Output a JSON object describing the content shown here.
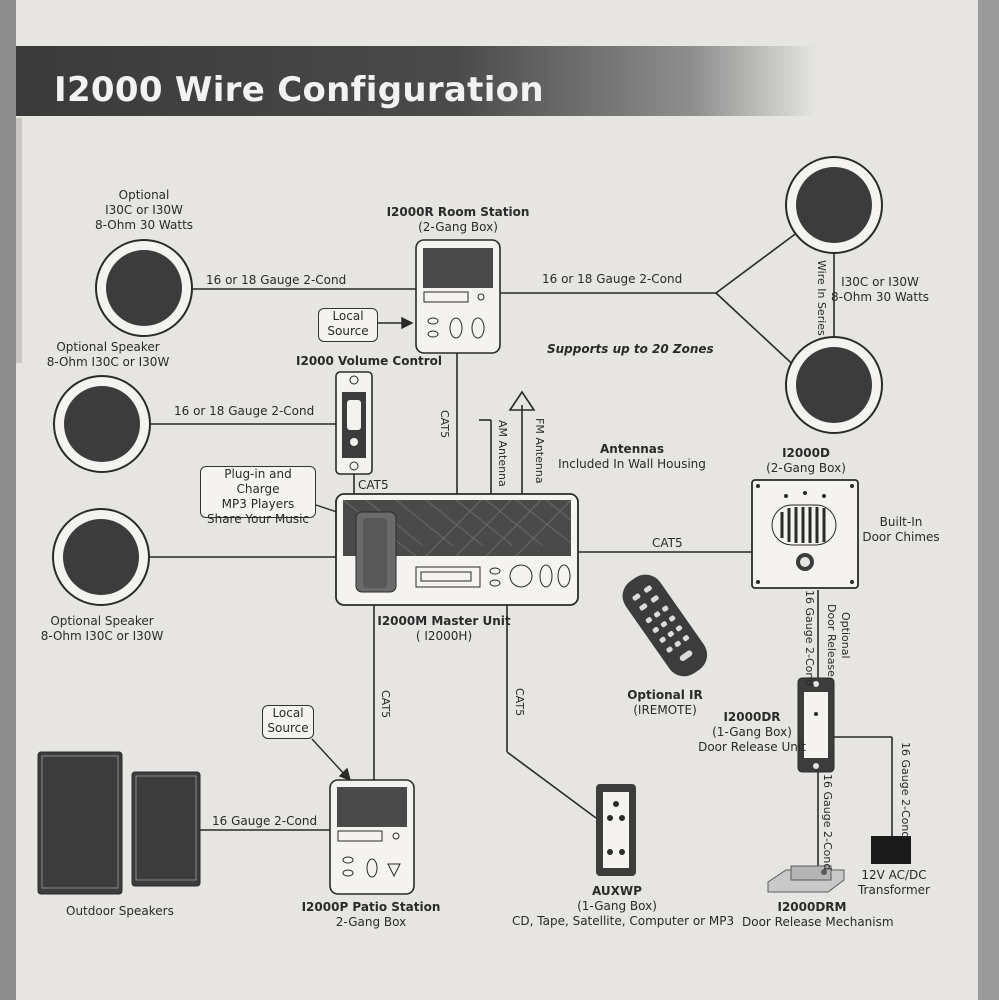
{
  "title": "I2000 Wire Configuration",
  "labels": {
    "opt_speaker_tl_1": "Optional",
    "opt_speaker_tl_2": "I30C or I30W",
    "opt_speaker_tl_3": "8-Ohm 30 Watts",
    "room_station_name": "I2000R Room Station",
    "room_station_box": "(2-Gang Box)",
    "wire_left_top": "16 or 18 Gauge 2-Cond",
    "wire_right_top": "16 or 18 Gauge 2-Cond",
    "local_source_1": "Local",
    "local_source_2": "Source",
    "supports_zones": "Supports up to 20 Zones",
    "wire_in_series": "Wire In Series",
    "right_speakers_1": "I30C or I30W",
    "right_speakers_2": "8-Ohm 30 Watts",
    "opt_speaker_ml_1": "Optional Speaker",
    "opt_speaker_ml_2": "8-Ohm I30C or I30W",
    "volume_control": "I2000 Volume Control",
    "wire_volume": "16 or 18 Gauge 2-Cond",
    "cat5_room": "CAT5",
    "am_antenna": "AM Antenna",
    "fm_antenna": "FM Antenna",
    "antennas_1": "Antennas",
    "antennas_2": "Included In Wall Housing",
    "door_name": "I2000D",
    "door_box": "(2-Gang Box)",
    "door_chimes_1": "Built-In",
    "door_chimes_2": "Door Chimes",
    "mp3_1": "Plug-in and Charge",
    "mp3_2": "MP3 Players",
    "mp3_3": "Share Your Music",
    "cat5_volume": "CAT5",
    "cat5_door": "CAT5",
    "opt_speaker_bl_1": "Optional Speaker",
    "opt_speaker_bl_2": "8-Ohm I30C or I30W",
    "master_name": "I2000M Master Unit",
    "master_alt": "( I2000H)",
    "cat5_patio": "CAT5",
    "cat5_aux": "CAT5",
    "optional_ir_1": "Optional IR",
    "optional_ir_2": "(IREMOTE)",
    "door_wire_16": "16 Gauge 2-Cond",
    "optional_door_release_1": "Optional",
    "optional_door_release_2": "Door Release",
    "drunit_name": "I2000DR",
    "drunit_box": "(1-Gang Box)",
    "drunit_desc": "Door Release Unit",
    "transformer_wire": "16 Gauge 2-Cond",
    "drm_wire": "16 Gauge 2-Cond",
    "transformer_1": "12V AC/DC",
    "transformer_2": "Transformer",
    "drm_name": "I2000DRM",
    "drm_desc": "Door Release Mechanism",
    "local_source2_1": "Local",
    "local_source2_2": "Source",
    "outdoor_wire": "16 Gauge 2-Cond",
    "outdoor_speakers": "Outdoor Speakers",
    "patio_name": "I2000P Patio Station",
    "patio_box": "2-Gang Box",
    "aux_name": "AUXWP",
    "aux_box": "(1-Gang Box)",
    "aux_desc": "CD, Tape, Satellite, Computer or MP3"
  },
  "colors": {
    "ink": "#2a2a2a",
    "paper": "#e6e5e1",
    "speaker": "#3c3c3c"
  }
}
